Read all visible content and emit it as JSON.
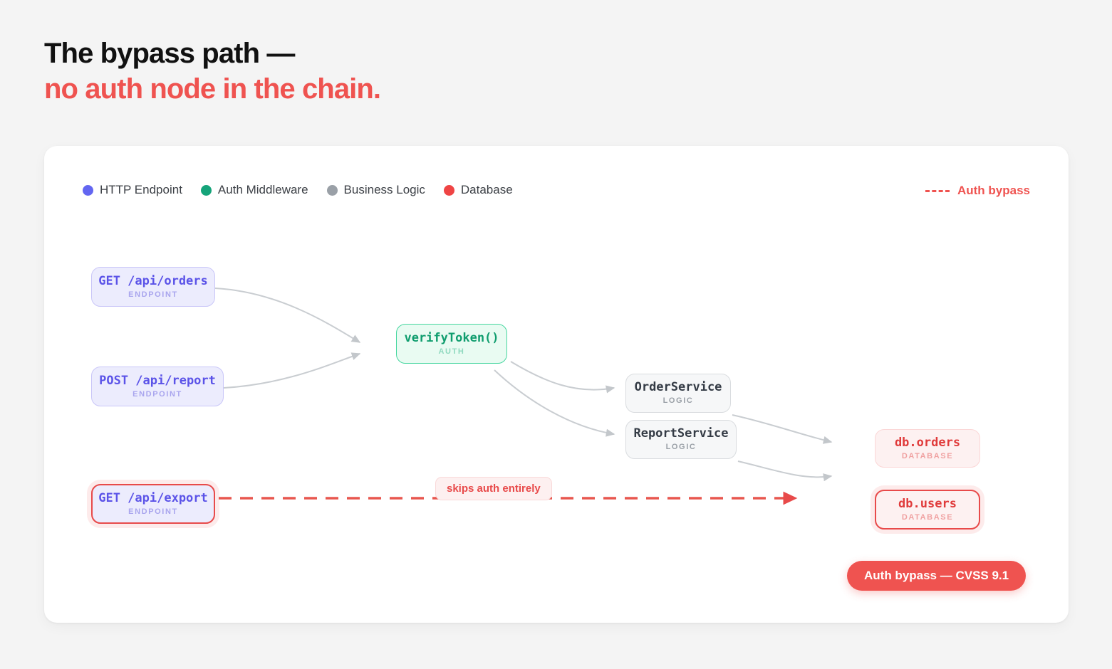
{
  "heading": {
    "line1": "The bypass path —",
    "line2": "no auth node in the chain.",
    "accent_color": "#ef5350"
  },
  "legend": {
    "items": [
      {
        "label": "HTTP Endpoint",
        "color": "#6366f1"
      },
      {
        "label": "Auth Middleware",
        "color": "#16a47a"
      },
      {
        "label": "Business Logic",
        "color": "#9aa0a7"
      },
      {
        "label": "Database",
        "color": "#ef4444"
      }
    ],
    "bypass": {
      "label": "Auth bypass",
      "color": "#ef5350",
      "style": "dashed"
    }
  },
  "graph": {
    "nodes": [
      {
        "id": "get-orders",
        "title": "GET /api/orders",
        "sub": "ENDPOINT",
        "kind": "endpoint",
        "highlight": false
      },
      {
        "id": "post-report",
        "title": "POST /api/report",
        "sub": "ENDPOINT",
        "kind": "endpoint",
        "highlight": false
      },
      {
        "id": "get-export",
        "title": "GET /api/export",
        "sub": "ENDPOINT",
        "kind": "endpoint",
        "highlight": true
      },
      {
        "id": "verify-token",
        "title": "verifyToken()",
        "sub": "AUTH",
        "kind": "auth",
        "highlight": false
      },
      {
        "id": "order-service",
        "title": "OrderService",
        "sub": "LOGIC",
        "kind": "logic",
        "highlight": false
      },
      {
        "id": "report-service",
        "title": "ReportService",
        "sub": "LOGIC",
        "kind": "logic",
        "highlight": false
      },
      {
        "id": "db-orders",
        "title": "db.orders",
        "sub": "DATABASE",
        "kind": "database",
        "highlight": false
      },
      {
        "id": "db-users",
        "title": "db.users",
        "sub": "DATABASE",
        "kind": "database",
        "highlight": true
      }
    ],
    "bypass_label": "skips auth entirely"
  },
  "badge": {
    "label": "Auth bypass — CVSS 9.1",
    "color": "#ef5350"
  }
}
